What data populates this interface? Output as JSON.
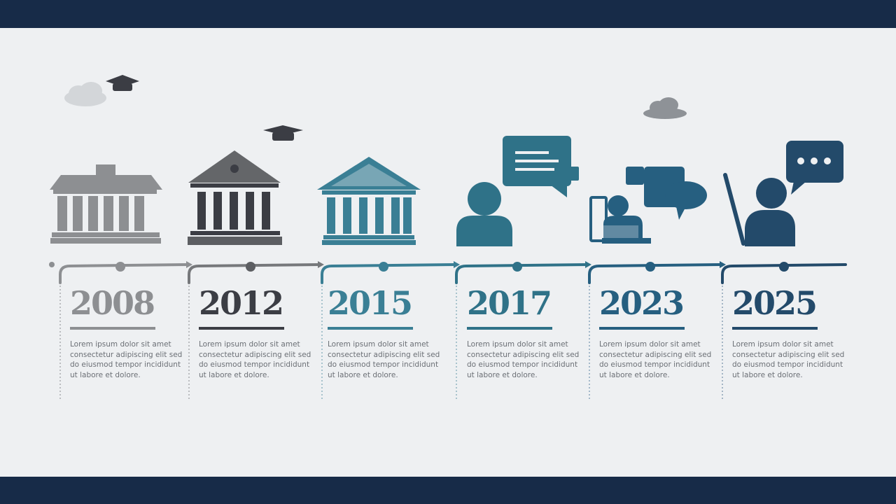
{
  "colors": {
    "frame": "#172b48",
    "background": "#eef0f2",
    "gray": "#8d8f92",
    "charcoal": "#3b3d44",
    "teal": "#3a7f95",
    "slate": "#234a6a"
  },
  "timeline": [
    {
      "year": "2008",
      "icon": "classical-building-icon",
      "color": "#8d8f92",
      "text": "Lorem ipsum dolor sit amet consectetur adipiscing elit sed do eiusmod tempor incididunt ut labore et dolore."
    },
    {
      "year": "2012",
      "icon": "classical-building-icon",
      "color": "#3b3d44",
      "text": "Lorem ipsum dolor sit amet consectetur adipiscing elit sed do eiusmod tempor incididunt ut labore et dolore."
    },
    {
      "year": "2015",
      "icon": "classical-building-icon",
      "color": "#3a7f95",
      "text": "Lorem ipsum dolor sit amet consectetur adipiscing elit sed do eiusmod tempor incididunt ut labore et dolore."
    },
    {
      "year": "2017",
      "icon": "person-speech-bubble-icon",
      "color": "#2f7288",
      "text": "Lorem ipsum dolor sit amet consectetur adipiscing elit sed do eiusmod tempor incididunt ut labore et dolore."
    },
    {
      "year": "2023",
      "icon": "person-laptop-chat-icon",
      "color": "#265f80",
      "text": "Lorem ipsum dolor sit amet consectetur adipiscing elit sed do eiusmod tempor incididunt ut labore et dolore."
    },
    {
      "year": "2025",
      "icon": "person-presenting-chat-icon",
      "color": "#234a6a",
      "text": "Lorem ipsum dolor sit amet consectetur adipiscing elit sed do eiusmod tempor incididunt ut labore et dolore."
    }
  ]
}
